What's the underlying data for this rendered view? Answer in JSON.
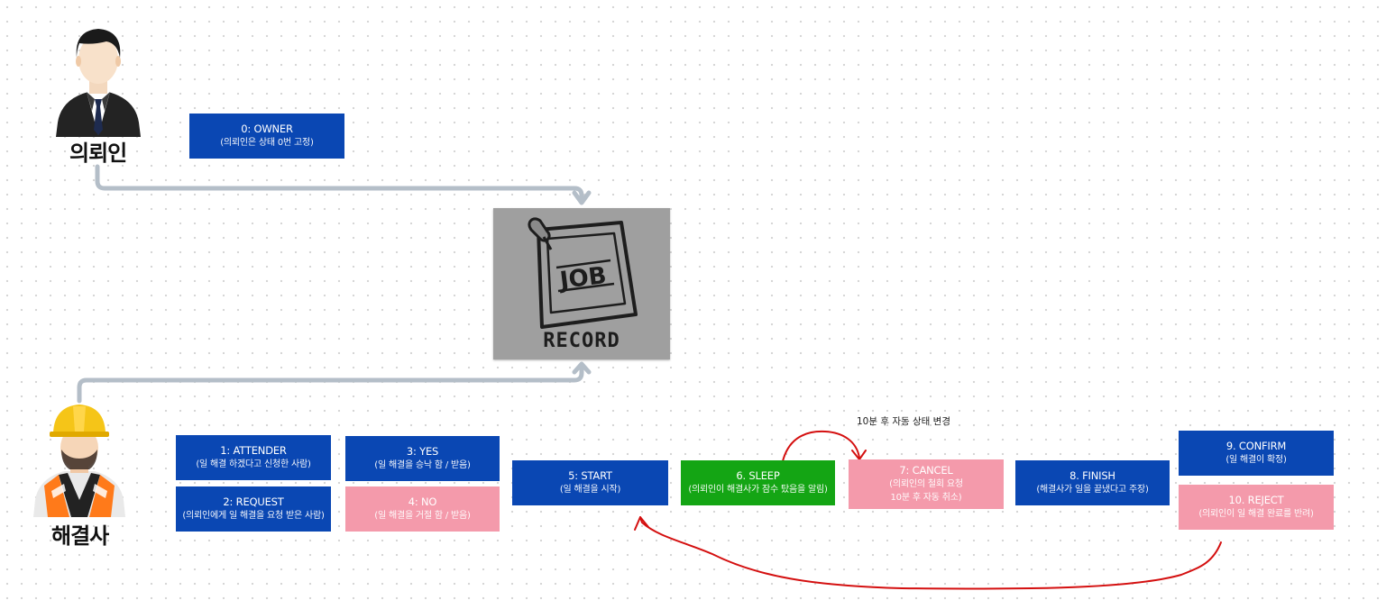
{
  "roles": {
    "owner_label": "의뢰인",
    "solver_label": "해결사"
  },
  "job_record": {
    "icon_text": "JOB",
    "label": "RECORD"
  },
  "states": {
    "s0": {
      "title": "0: OWNER",
      "desc": "(의뢰인은 상태 0번 고정)",
      "color": "#0a47b3"
    },
    "s1": {
      "title": "1: ATTENDER",
      "desc": "(일 해결 하겠다고 신청한 사람)",
      "color": "#0a47b3"
    },
    "s2": {
      "title": "2: REQUEST",
      "desc": "(의뢰인에게 일 해결을 요청 받은 사람)",
      "color": "#0a47b3"
    },
    "s3": {
      "title": "3: YES",
      "desc": "(일 해결을 승낙 함 / 받음)",
      "color": "#0a47b3"
    },
    "s4": {
      "title": "4: NO",
      "desc": "(일 해결을 거절 함 / 받음)",
      "color": "#f49aab"
    },
    "s5": {
      "title": "5: START",
      "desc": "(일 해결을 시작)",
      "color": "#0a47b3"
    },
    "s6": {
      "title": "6. SLEEP",
      "desc": "(의뢰인이 해결사가 잠수 탔음을 알림)",
      "color": "#14a514"
    },
    "s7": {
      "title": "7: CANCEL",
      "desc": "(의뢰인의 철회 요청",
      "desc2": "10분 후 자동 취소)",
      "color": "#f49aab"
    },
    "s8": {
      "title": "8. FINISH",
      "desc": "(해결사가 일을 끝냈다고 주장)",
      "color": "#0a47b3"
    },
    "s9": {
      "title": "9. CONFIRM",
      "desc": "(일 해결이 확정)",
      "color": "#0a47b3"
    },
    "s10": {
      "title": "10. REJECT",
      "desc": "(의뢰인이 일 해결 완료를 반려)",
      "color": "#f49aab"
    }
  },
  "notes": {
    "auto_change": "10분 후 자동 상태 변경"
  },
  "colors": {
    "connector": "#b4bec8",
    "red_arrow": "#d40f0f"
  }
}
